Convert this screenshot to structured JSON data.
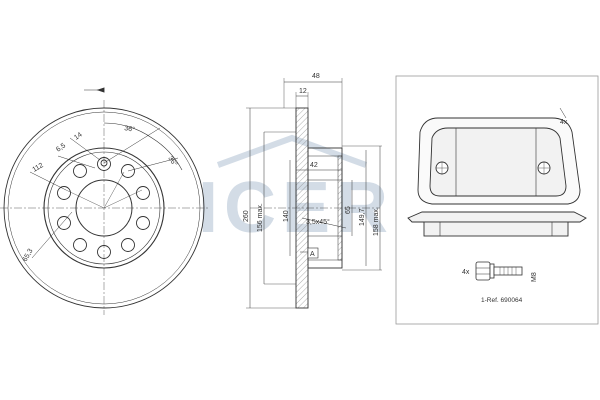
{
  "watermark": "ICER",
  "disc_front": {
    "dims": {
      "hole_diameter": "14",
      "small_hole": "6,5",
      "pcd": "112",
      "center_bore": "65,3",
      "angle_top": "36°",
      "angle_side": "36°"
    }
  },
  "disc_side": {
    "dims": {
      "overall_width": "48",
      "disc_thickness": "12",
      "hat_depth": "42",
      "outer_diameter": "260",
      "friction_max": "156 max.",
      "diameter_140": "140",
      "chamfer": "3,5x45°",
      "hub_65": "65",
      "diameter_1497": "149,7",
      "diameter_158max": "158 max.",
      "datum": "A"
    }
  },
  "pads_panel": {
    "pad_qty": "4x",
    "bolt_qty": "4x",
    "bolt_thread": "M8",
    "ref_label": "1-Ref. 690064"
  },
  "colors": {
    "line": "#333333",
    "watermark": "#d3dce6",
    "pad_fill": "#f2f2f2"
  }
}
